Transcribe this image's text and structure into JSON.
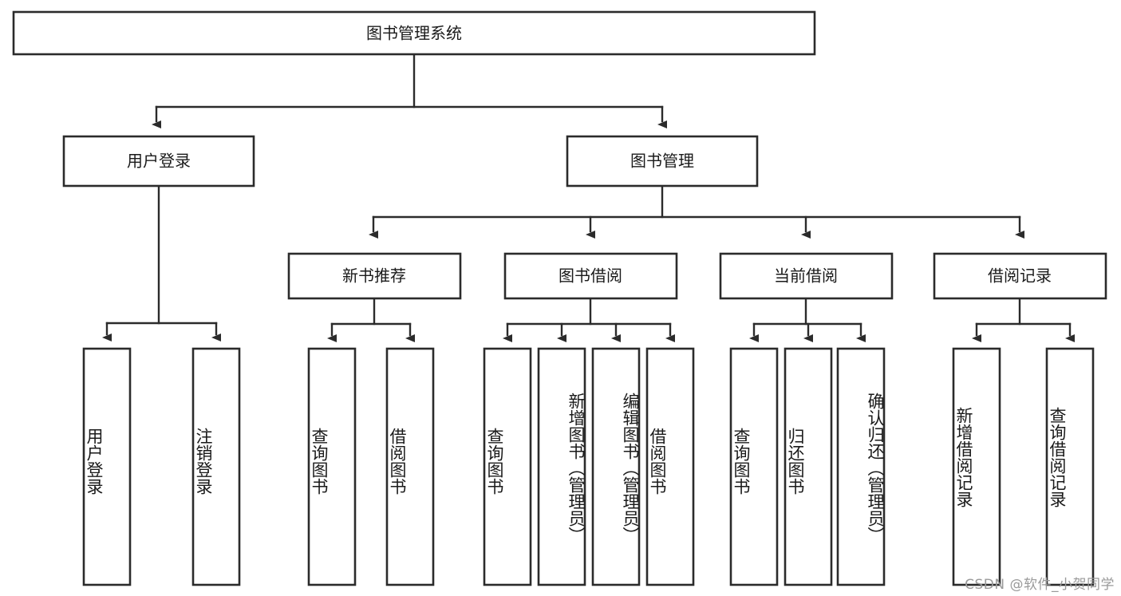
{
  "diagram": {
    "type": "tree",
    "title": "图书管理系统",
    "watermark": "CSDN @软件_小贺同学",
    "colors": {
      "stroke": "#2b2b2b",
      "box_fill": "#ffffff",
      "text": "#1a1a1a",
      "background": "#ffffff",
      "watermark": "#9a9a9a"
    },
    "root": {
      "label": "图书管理系统"
    },
    "level2": [
      {
        "label": "用户登录"
      },
      {
        "label": "图书管理"
      }
    ],
    "level3": [
      {
        "label": "新书推荐"
      },
      {
        "label": "图书借阅"
      },
      {
        "label": "当前借阅"
      },
      {
        "label": "借阅记录"
      }
    ],
    "leaves": {
      "user_login": [
        {
          "label": "用户登录"
        },
        {
          "label": "注销登录"
        }
      ],
      "new_book_recommend": [
        {
          "label": "查询图书"
        },
        {
          "label": "借阅图书"
        }
      ],
      "book_borrow": [
        {
          "label": "查询图书"
        },
        {
          "label": "新增图书（管理员）"
        },
        {
          "label": "编辑图书（管理员）"
        },
        {
          "label": "借阅图书"
        }
      ],
      "current_borrow": [
        {
          "label": "查询图书"
        },
        {
          "label": "归还图书"
        },
        {
          "label": "确认归还（管理员）"
        }
      ],
      "borrow_record": [
        {
          "label": "新增借阅记录"
        },
        {
          "label": "查询借阅记录"
        }
      ]
    }
  }
}
